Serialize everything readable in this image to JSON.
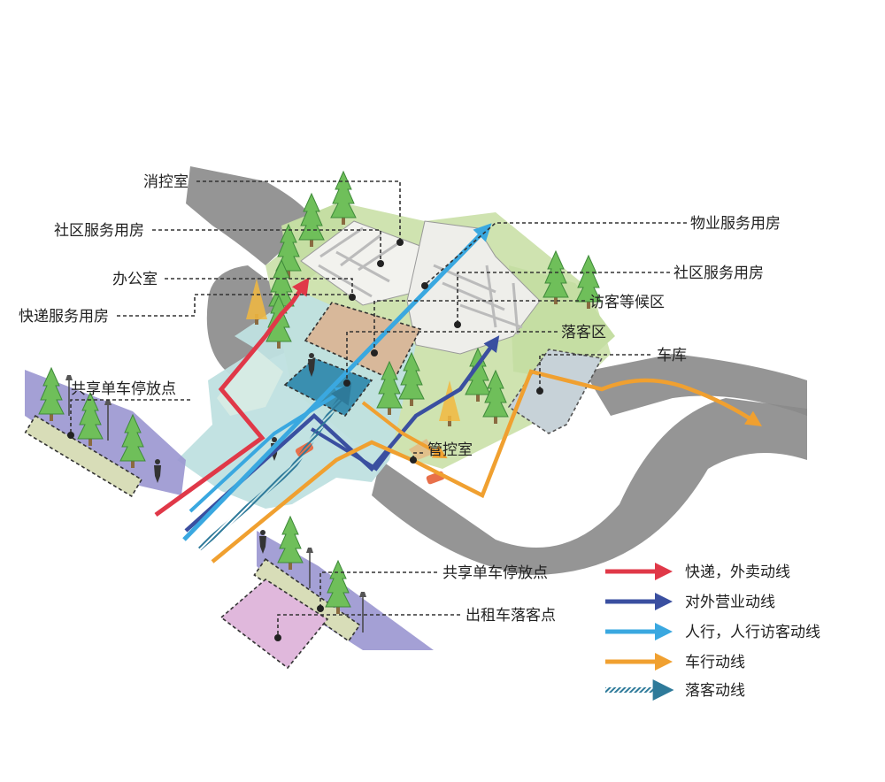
{
  "labels": {
    "fire_control_room": "消控室",
    "community_service_left": "社区服务用房",
    "office": "办公室",
    "express_service": "快递服务用房",
    "bike_parking_left": "共享单车停放点",
    "property_service": "物业服务用房",
    "community_service_right": "社区服务用房",
    "visitor_waiting": "访客等候区",
    "dropoff_zone": "落客区",
    "garage": "车库",
    "control_room": "管控室",
    "bike_parking_bottom": "共享单车停放点",
    "taxi_dropoff": "出租车落客点"
  },
  "legend": [
    {
      "label": "快递，外卖动线",
      "color": "#e03848",
      "style": "solid"
    },
    {
      "label": "对外营业动线",
      "color": "#3a4fa0",
      "style": "solid"
    },
    {
      "label": "人行，人行访客动线",
      "color": "#3aa8e0",
      "style": "solid"
    },
    {
      "label": "车行动线",
      "color": "#f0a030",
      "style": "solid"
    },
    {
      "label": "落客动线",
      "color": "#2e7a9a",
      "style": "hatched"
    }
  ],
  "colors": {
    "road": "#8a8a8a",
    "grass": "#cfe3b0",
    "plaza": "#bfe0e0",
    "bike_zone": "#9a96d0",
    "taxi_zone": "#e0b8dc",
    "dropoff_zone": "#3a8fb0",
    "waiting_zone": "#d8b89a",
    "building": "#f2f2ee"
  }
}
